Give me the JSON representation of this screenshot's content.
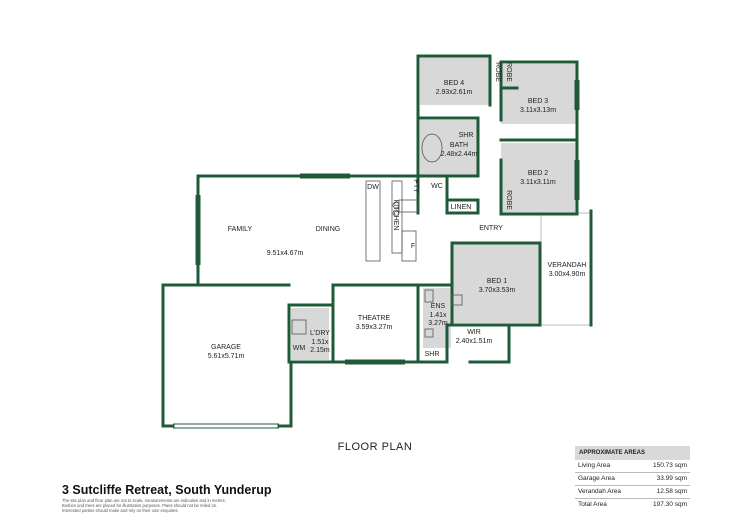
{
  "plan_title": "FLOOR PLAN",
  "address": "3 Sutcliffe Retreat, South Yunderup",
  "disclaimer": [
    "The site plan and floor plan are not to scale, measurements are indicative and in metres.",
    "Bushes and trees are placed for illustration purposes. Plans should not be relied on.",
    "Interested parties should make and rely on their own enquiries."
  ],
  "areas": {
    "heading": "APPROXIMATE AREAS",
    "rows": [
      {
        "label": "Living Area",
        "value": "150.73 sqm"
      },
      {
        "label": "Garage Area",
        "value": "33.99 sqm"
      },
      {
        "label": "Verandah Area",
        "value": "12.58 sqm"
      },
      {
        "label": "Total Area",
        "value": "197.30 sqm"
      }
    ]
  },
  "rooms": {
    "bed4": {
      "name": "BED 4",
      "size": "2.93x2.61m"
    },
    "bed3": {
      "name": "BED 3",
      "size": "3.11x3.13m"
    },
    "bed2": {
      "name": "BED 2",
      "size": "3.11x3.11m"
    },
    "bath": {
      "name": "BATH",
      "size": "2.48x2.44m"
    },
    "family": {
      "name": "FAMILY",
      "size": "9.51x4.67m"
    },
    "dining": {
      "name": "DINING"
    },
    "kitchen": {
      "name": "KITCHEN"
    },
    "bed1": {
      "name": "BED 1",
      "size": "3.70x3.53m"
    },
    "verandah": {
      "name": "VERANDAH",
      "size": "3.00x4.90m"
    },
    "theatre": {
      "name": "THEATRE",
      "size": "3.59x3.27m"
    },
    "garage": {
      "name": "GARAGE",
      "size": "5.61x5.71m"
    },
    "ldry": {
      "name": "L'DRY",
      "size1": "1.51x",
      "size2": "2.15m"
    },
    "ens": {
      "name": "ENS",
      "size1": "1.41x",
      "size2": "3.27m"
    },
    "wir": {
      "name": "WIR",
      "size": "2.40x1.51m"
    }
  },
  "labels": {
    "robe": "ROBE",
    "shr": "SHR",
    "wc": "WC",
    "pty": "PTY",
    "dw": "DW",
    "linen": "LINEN",
    "fridge": "F",
    "wm": "WM",
    "entry": "ENTRY"
  },
  "colors": {
    "wall": "#1f5a38",
    "wet": "#dcdcdc",
    "bedroom": "#d6d6d6",
    "floor": "#ffffff"
  }
}
